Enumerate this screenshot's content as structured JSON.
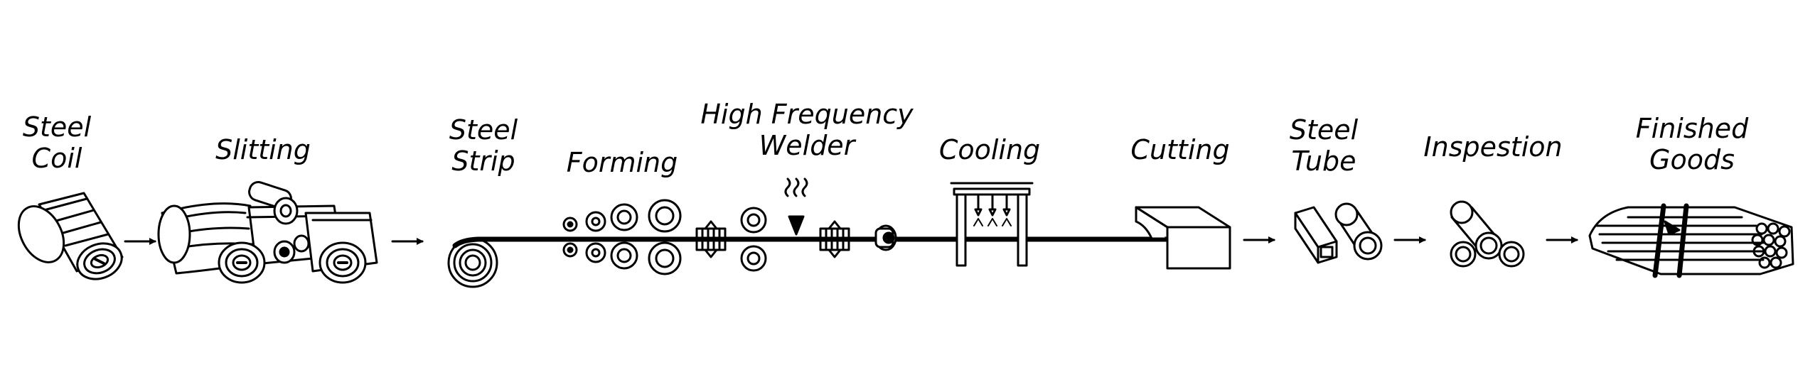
{
  "diagram": {
    "steps": {
      "steel_coil": {
        "line1": "Steel",
        "line2": "Coil"
      },
      "slitting": {
        "line1": "Slitting"
      },
      "steel_strip": {
        "line1": "Steel",
        "line2": "Strip"
      },
      "forming": {
        "line1": "Forming"
      },
      "welder": {
        "line1": "High Frequency",
        "line2": "Welder"
      },
      "cooling": {
        "line1": "Cooling"
      },
      "cutting": {
        "line1": "Cutting"
      },
      "steel_tube": {
        "line1": "Steel",
        "line2": "Tube"
      },
      "inspection": {
        "line1": "Inspestion"
      },
      "finished_goods": {
        "line1": "Finished",
        "line2": "Goods"
      }
    },
    "colors": {
      "ink": "#000000",
      "background": "#ffffff"
    },
    "icons": [
      "steel-coil-icon",
      "slitting-machine-icon",
      "steel-strip-roll-icon",
      "forming-rollers-icon",
      "welder-icon",
      "cooling-station-icon",
      "cutting-machine-icon",
      "steel-tube-icon",
      "inspection-tubes-icon",
      "finished-goods-bundle-icon",
      "arrow-icon"
    ]
  }
}
